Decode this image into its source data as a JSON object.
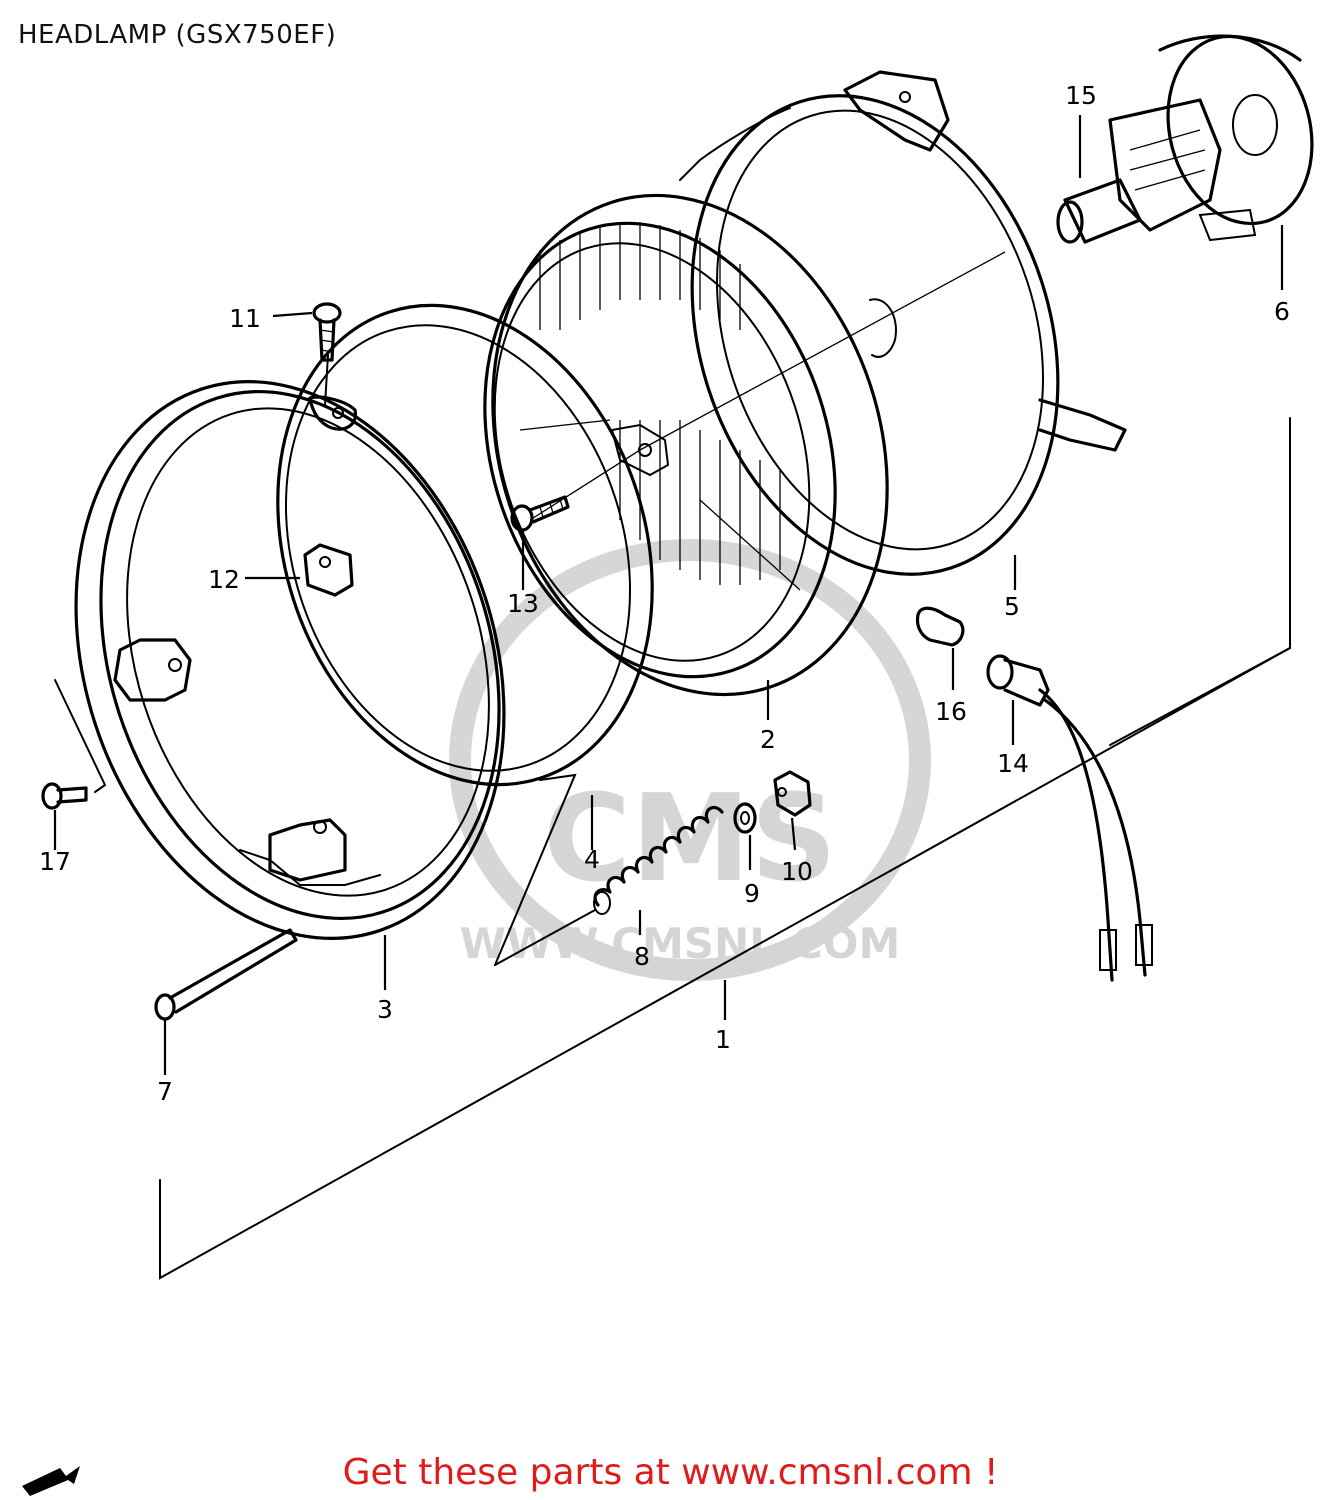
{
  "title": "HEADLAMP (GSX750EF)",
  "callouts": [
    "1",
    "2",
    "3",
    "4",
    "5",
    "6",
    "7",
    "8",
    "9",
    "10",
    "11",
    "12",
    "13",
    "14",
    "15",
    "16",
    "17"
  ],
  "watermark": {
    "brand": "CMS",
    "url": "WWW.CMSNL.COM"
  },
  "footer": {
    "link_text": "Get these parts at www.cmsnl.com !",
    "link_color": "#e01b1b"
  },
  "icons": {
    "forward_arrow": "fwd-arrow-icon"
  }
}
